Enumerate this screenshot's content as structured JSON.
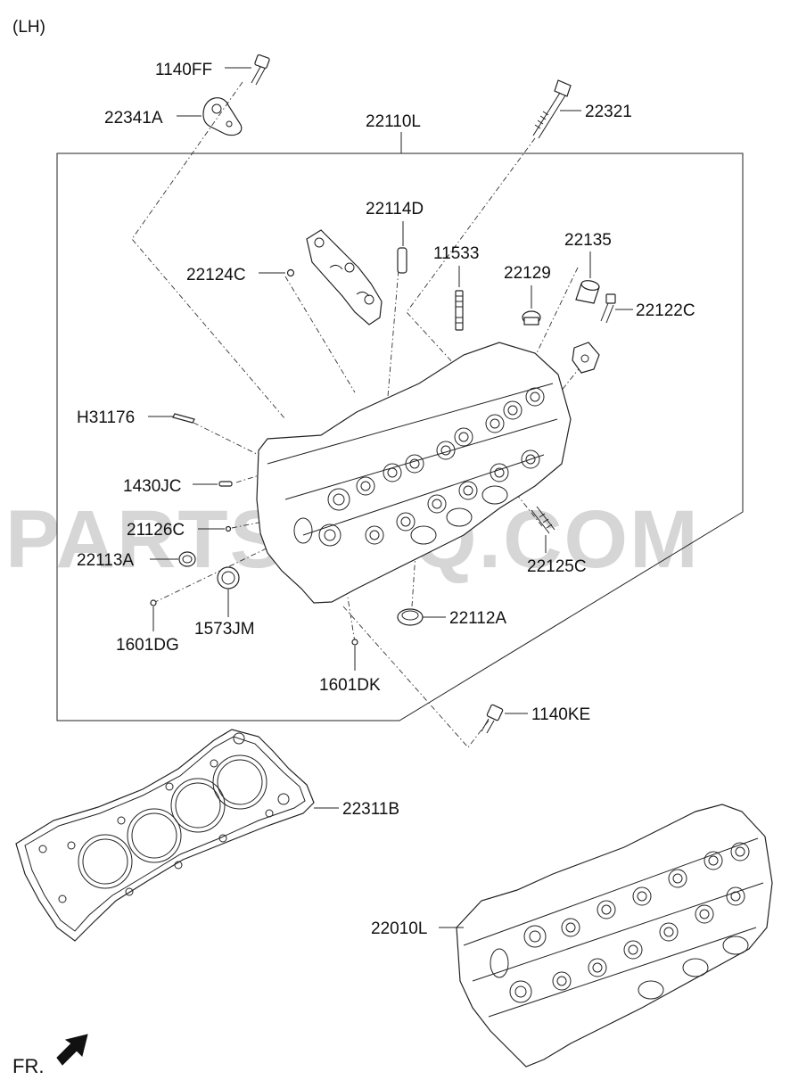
{
  "header": {
    "variant": "(LH)"
  },
  "watermark": "PARTSOUQ.COM",
  "footer": {
    "direction_label": "FR."
  },
  "parts": [
    {
      "id": "1140FF"
    },
    {
      "id": "22341A"
    },
    {
      "id": "22110L"
    },
    {
      "id": "22321"
    },
    {
      "id": "22114D"
    },
    {
      "id": "11533"
    },
    {
      "id": "22135"
    },
    {
      "id": "22124C"
    },
    {
      "id": "22129"
    },
    {
      "id": "22122C"
    },
    {
      "id": "H31176"
    },
    {
      "id": "1430JC"
    },
    {
      "id": "21126C"
    },
    {
      "id": "22113A"
    },
    {
      "id": "22125C"
    },
    {
      "id": "1601DG"
    },
    {
      "id": "1573JM"
    },
    {
      "id": "22112A"
    },
    {
      "id": "1601DK"
    },
    {
      "id": "1140KE"
    },
    {
      "id": "22311B"
    },
    {
      "id": "22010L"
    }
  ]
}
